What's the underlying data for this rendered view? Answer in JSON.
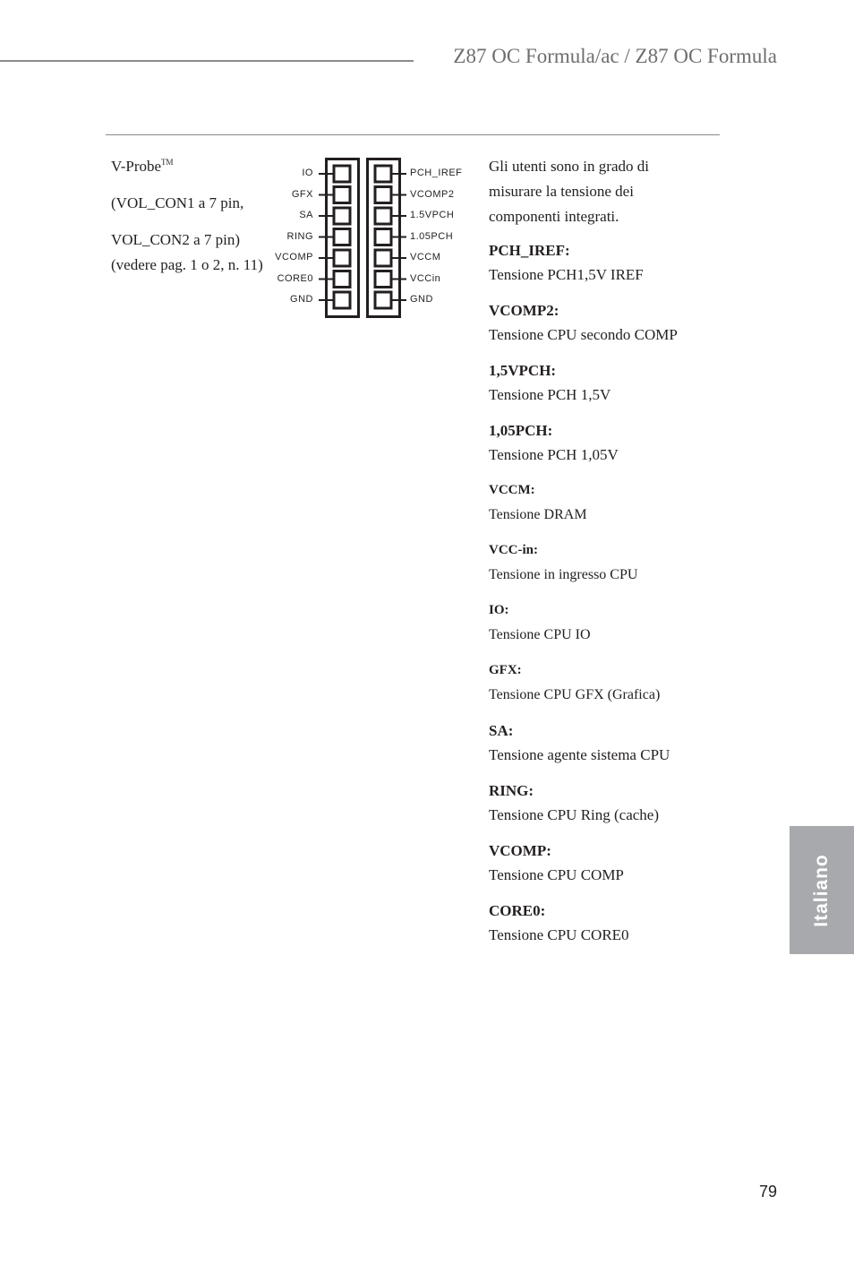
{
  "header": {
    "title": "Z87 OC Formula/ac / Z87 OC Formula"
  },
  "left_column": {
    "name": "V-Probe",
    "tm": "TM",
    "connector1": "(VOL_CON1 a 7 pin,",
    "connector2": "VOL_CON2 a 7 pin)",
    "reference": "(vedere pag. 1 o 2, n. 11)"
  },
  "diagram": {
    "left_pins": [
      "IO",
      "GFX",
      "SA",
      "RING",
      "VCOMP",
      "CORE0",
      "GND"
    ],
    "right_pins": [
      "PCH_IREF",
      "VCOMP2",
      "1.5VPCH",
      "1.05PCH",
      "VCCM",
      "VCCin",
      "GND"
    ]
  },
  "right_column": {
    "intro": "Gli utenti sono in grado di misurare la tensione dei componenti integrati.",
    "entries": [
      {
        "term": "PCH_IREF:",
        "desc": "Tensione PCH1,5V IREF"
      },
      {
        "term": "VCOMP2:",
        "desc": "Tensione CPU secondo COMP"
      },
      {
        "term": "1,5VPCH:",
        "desc": "Tensione PCH 1,5V"
      },
      {
        "term": "1,05PCH:",
        "desc": "Tensione PCH 1,05V"
      },
      {
        "term": "VCCM:",
        "desc": "Tensione DRAM"
      },
      {
        "term": "VCC-in:",
        "desc": "Tensione in ingresso CPU"
      },
      {
        "term": "IO:",
        "desc": "Tensione CPU IO"
      },
      {
        "term": "GFX:",
        "desc": "Tensione CPU GFX (Grafica)"
      },
      {
        "term": "SA:",
        "desc": "Tensione agente sistema CPU"
      },
      {
        "term": "RING:",
        "desc": "Tensione CPU Ring (cache)"
      },
      {
        "term": "VCOMP:",
        "desc": "Tensione CPU COMP"
      },
      {
        "term": "CORE0:",
        "desc": "Tensione CPU CORE0"
      }
    ]
  },
  "side_tab": {
    "label": "Italiano"
  },
  "page_number": "79"
}
